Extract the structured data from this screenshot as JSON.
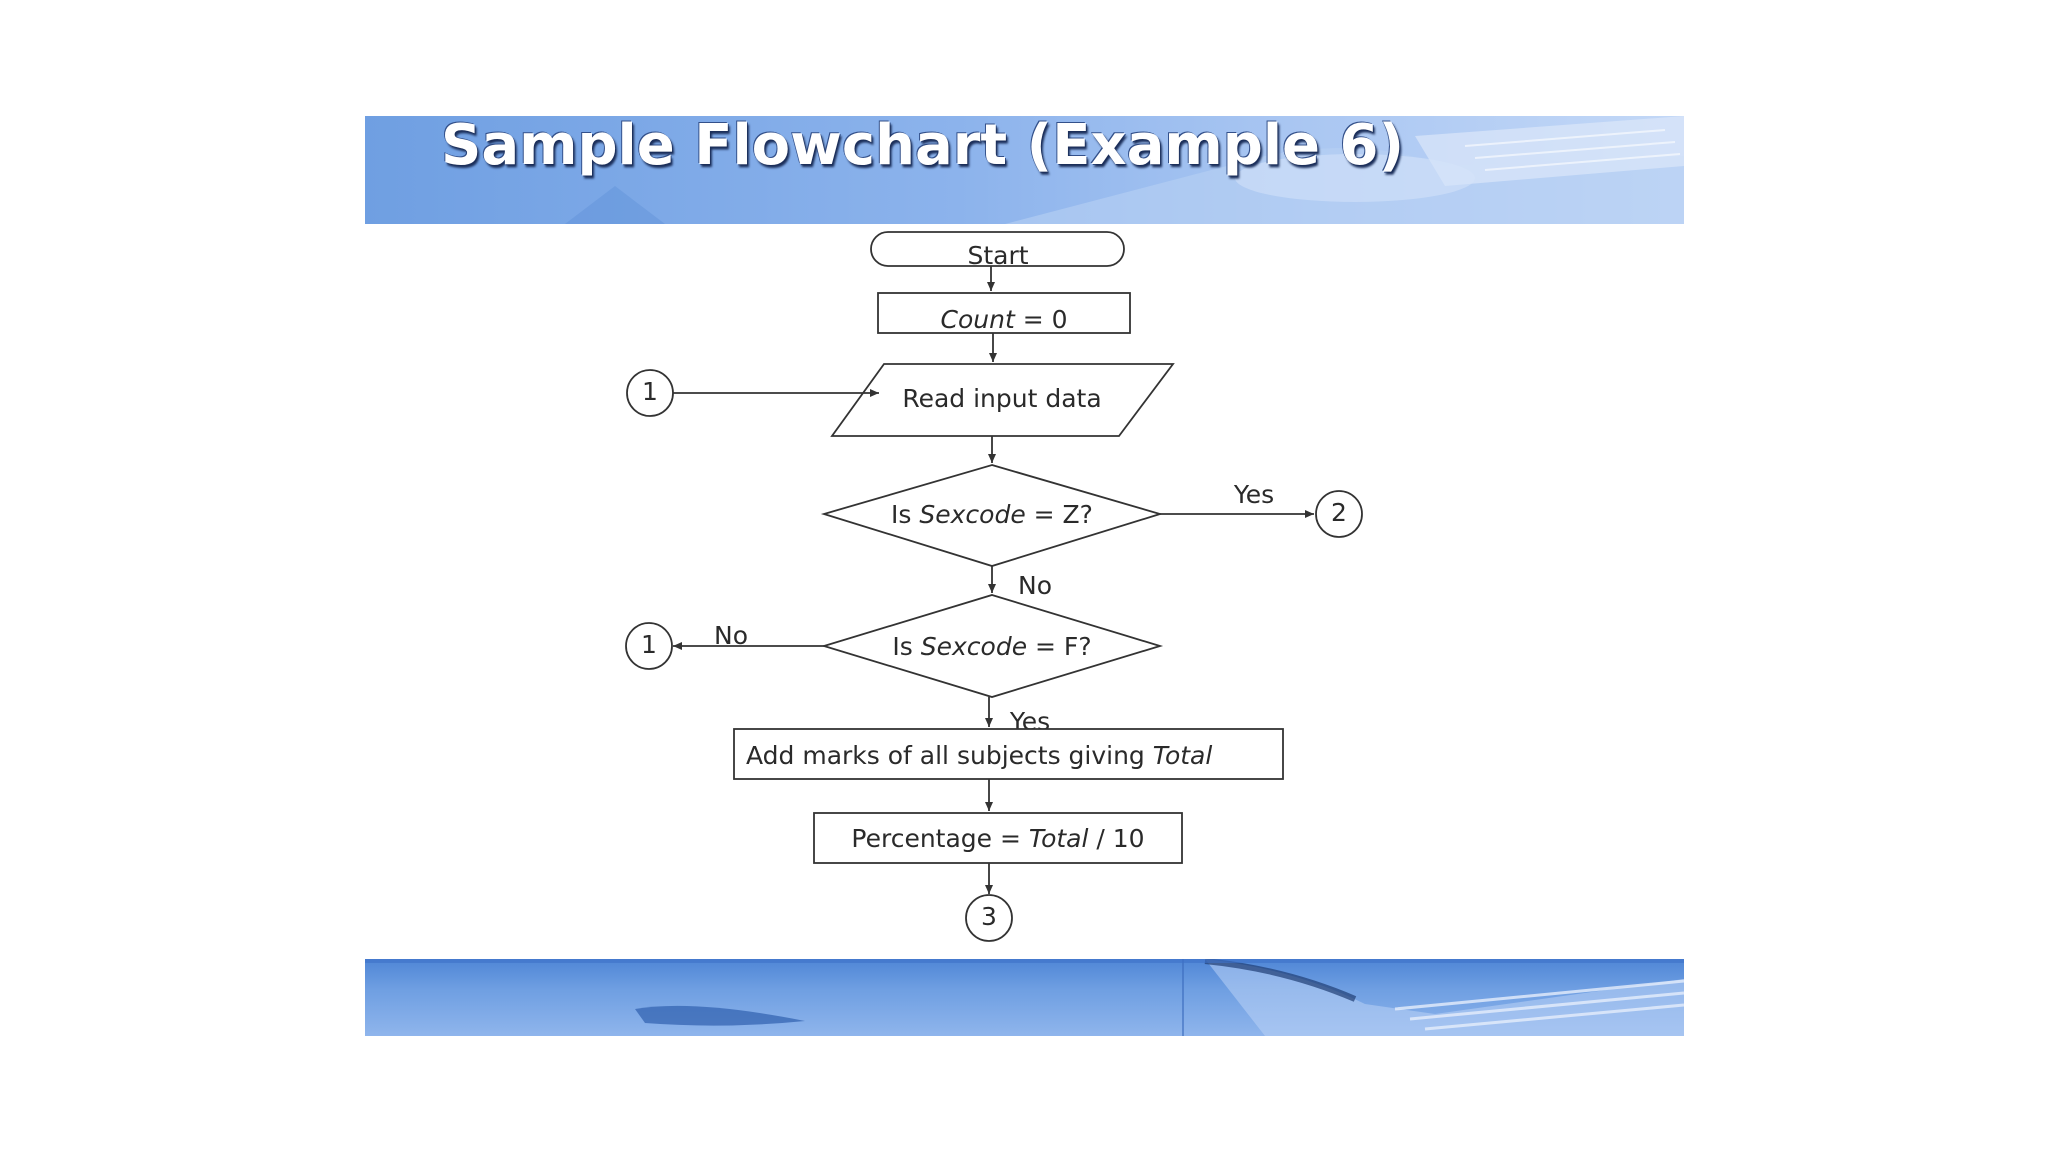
{
  "slide": {
    "title": "Sample Flowchart (Example 6)"
  },
  "flowchart": {
    "start": "Start",
    "init": {
      "var": "Count",
      "rest": " = 0"
    },
    "read": "Read input data",
    "decision1": {
      "pre": "Is ",
      "var": "Sexcode",
      "post": " = Z?"
    },
    "decision2": {
      "pre": "Is ",
      "var": "Sexcode",
      "post": " = F?"
    },
    "add": {
      "pre": "Add marks of all subjects giving ",
      "var": "Total"
    },
    "percent": {
      "pre": "Percentage = ",
      "var": "Total",
      "post": " / 10"
    },
    "connectors": {
      "c1_top": "1",
      "c1_left": "1",
      "c2": "2",
      "c3": "3"
    },
    "labels": {
      "yes_right": "Yes",
      "no_down": "No",
      "no_left": "No",
      "yes_down": "Yes"
    }
  }
}
